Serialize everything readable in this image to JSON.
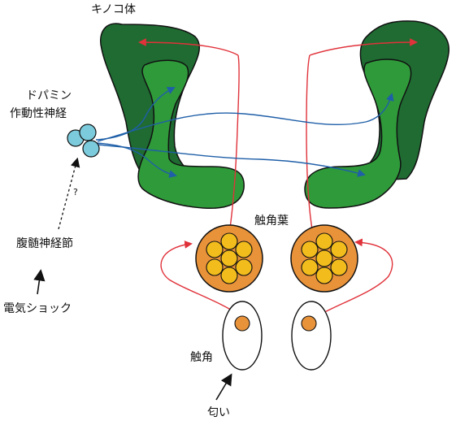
{
  "labels": {
    "mushroom_body": "キノコ体",
    "dopamine_neurons_line1": "ドパミン",
    "dopamine_neurons_line2": "作動性神経",
    "question_mark": "?",
    "ventral_nerve_cord": "腹髄神経節",
    "electric_shock": "電気ショック",
    "antennal_lobe": "触角葉",
    "antenna": "触角",
    "odor": "匂い"
  },
  "colors": {
    "mushroom_body_outer": "#1f6b32",
    "mushroom_body_inner": "#2f9a3a",
    "dopamine_cell": "#7ccbdc",
    "dopamine_axon": "#1f5fa8",
    "olfactory_pathway": "#e0323a",
    "glomerulus": "#f2bd1c",
    "antennal_lobe_fill": "#e8923a",
    "receptor_neuron": "#e8923a",
    "outline": "#111111"
  }
}
